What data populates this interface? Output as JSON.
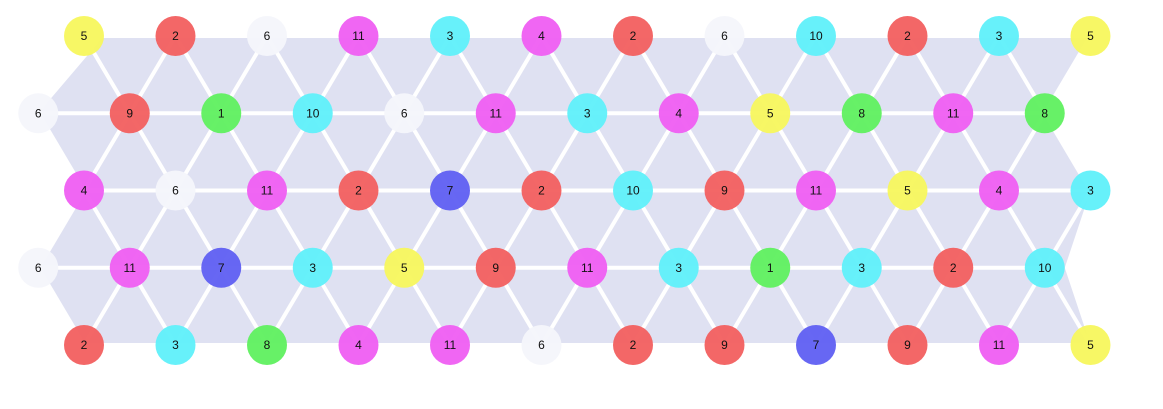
{
  "palette": {
    "background_band": "#dfe1f2",
    "edge": "#ffffff",
    "node_colors": {
      "red": "#f25f5f",
      "magenta": "#ef5ef2",
      "cyan": "#5ff0fa",
      "green": "#5ff05f",
      "yellow": "#f7f75d",
      "blue": "#5f5ff2",
      "white": "#f4f5fb"
    }
  },
  "diagram": {
    "rows": [
      [
        {
          "label": "5",
          "color": "yellow"
        },
        {
          "label": "2",
          "color": "red"
        },
        {
          "label": "6",
          "color": "white"
        },
        {
          "label": "11",
          "color": "magenta"
        },
        {
          "label": "3",
          "color": "cyan"
        },
        {
          "label": "4",
          "color": "magenta"
        },
        {
          "label": "2",
          "color": "red"
        },
        {
          "label": "6",
          "color": "white"
        },
        {
          "label": "10",
          "color": "cyan"
        },
        {
          "label": "2",
          "color": "red"
        },
        {
          "label": "3",
          "color": "cyan"
        },
        {
          "label": "5",
          "color": "yellow"
        }
      ],
      [
        {
          "label": "6",
          "color": "white"
        },
        {
          "label": "9",
          "color": "red"
        },
        {
          "label": "1",
          "color": "green"
        },
        {
          "label": "10",
          "color": "cyan"
        },
        {
          "label": "6",
          "color": "white"
        },
        {
          "label": "11",
          "color": "magenta"
        },
        {
          "label": "3",
          "color": "cyan"
        },
        {
          "label": "4",
          "color": "magenta"
        },
        {
          "label": "5",
          "color": "yellow"
        },
        {
          "label": "8",
          "color": "green"
        },
        {
          "label": "11",
          "color": "magenta"
        },
        {
          "label": "8",
          "color": "green"
        }
      ],
      [
        {
          "label": "4",
          "color": "magenta"
        },
        {
          "label": "6",
          "color": "white"
        },
        {
          "label": "11",
          "color": "magenta"
        },
        {
          "label": "2",
          "color": "red"
        },
        {
          "label": "7",
          "color": "blue"
        },
        {
          "label": "2",
          "color": "red"
        },
        {
          "label": "10",
          "color": "cyan"
        },
        {
          "label": "9",
          "color": "red"
        },
        {
          "label": "11",
          "color": "magenta"
        },
        {
          "label": "5",
          "color": "yellow"
        },
        {
          "label": "4",
          "color": "magenta"
        },
        {
          "label": "3",
          "color": "cyan"
        }
      ],
      [
        {
          "label": "6",
          "color": "white"
        },
        {
          "label": "11",
          "color": "magenta"
        },
        {
          "label": "7",
          "color": "blue"
        },
        {
          "label": "3",
          "color": "cyan"
        },
        {
          "label": "5",
          "color": "yellow"
        },
        {
          "label": "9",
          "color": "red"
        },
        {
          "label": "11",
          "color": "magenta"
        },
        {
          "label": "3",
          "color": "cyan"
        },
        {
          "label": "1",
          "color": "green"
        },
        {
          "label": "3",
          "color": "cyan"
        },
        {
          "label": "2",
          "color": "red"
        },
        {
          "label": "10",
          "color": "cyan"
        }
      ],
      [
        {
          "label": "2",
          "color": "red"
        },
        {
          "label": "3",
          "color": "cyan"
        },
        {
          "label": "8",
          "color": "green"
        },
        {
          "label": "4",
          "color": "magenta"
        },
        {
          "label": "11",
          "color": "magenta"
        },
        {
          "label": "6",
          "color": "white"
        },
        {
          "label": "2",
          "color": "red"
        },
        {
          "label": "9",
          "color": "red"
        },
        {
          "label": "7",
          "color": "blue"
        },
        {
          "label": "9",
          "color": "red"
        },
        {
          "label": "11",
          "color": "magenta"
        },
        {
          "label": "5",
          "color": "yellow"
        }
      ]
    ]
  }
}
